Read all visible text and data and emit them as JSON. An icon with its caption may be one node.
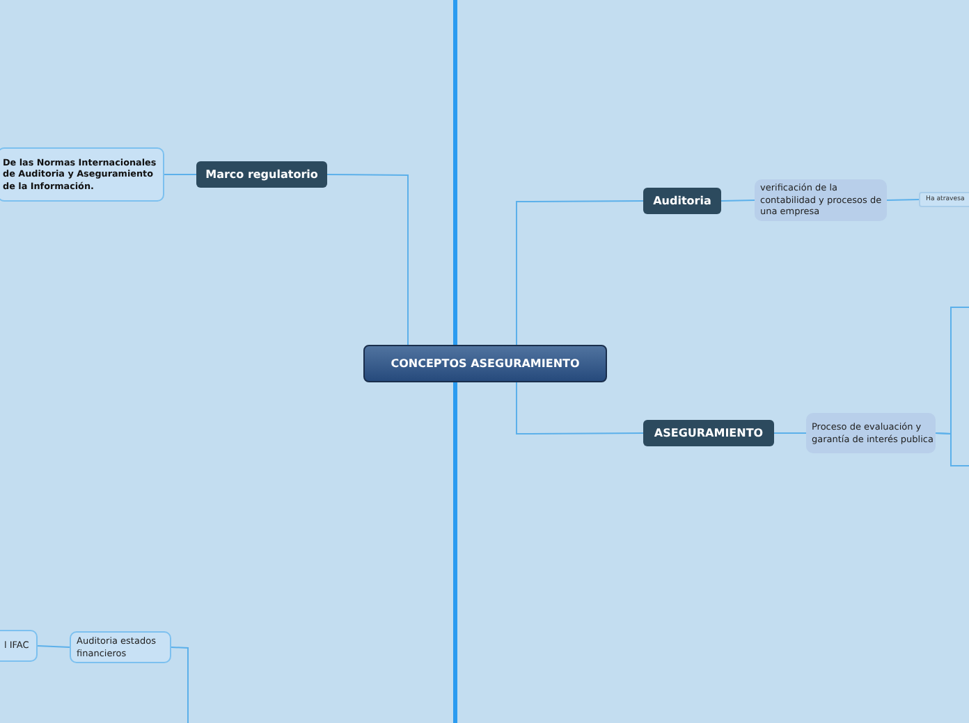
{
  "diagram": {
    "nodes": [
      {
        "text": [
          "CONCEPTOS ASEGURAMIENTO"
        ]
      },
      {
        "text": [
          "Marco regulatorio"
        ]
      },
      {
        "text": [
          "De las Normas Internacionales de Auditoria y Aseguramiento de la Información."
        ]
      },
      {
        "text": [
          "Auditoria"
        ]
      },
      {
        "text": [
          "verificación de la contabilidad y procesos de una empresa"
        ]
      },
      {
        "text": [
          "Ha atravesa"
        ]
      },
      {
        "text": [
          "ASEGURAMIENTO"
        ]
      },
      {
        "text": [
          "Proceso de evaluación y garantía de interés publica"
        ]
      },
      {
        "text": [
          "l IFAC"
        ]
      },
      {
        "text": [
          "Auditoria estados financieros"
        ]
      }
    ],
    "edges": [
      {
        "from": 0,
        "to": 1,
        "arrow": "none"
      },
      {
        "from": 1,
        "to": 2,
        "arrow": "none"
      },
      {
        "from": 0,
        "to": 3,
        "arrow": "none"
      },
      {
        "from": 3,
        "to": 4,
        "arrow": "none"
      },
      {
        "from": 4,
        "to": 5,
        "arrow": "none"
      },
      {
        "from": 0,
        "to": 6,
        "arrow": "none"
      },
      {
        "from": 6,
        "to": 7,
        "arrow": "none"
      },
      {
        "from": 7,
        "to": null,
        "arrow": "none"
      },
      {
        "from": 7,
        "to": null,
        "arrow": "none"
      },
      {
        "from": 0,
        "to": null,
        "arrow": "none",
        "style": "thick"
      },
      {
        "from": 0,
        "to": null,
        "arrow": "none",
        "style": "thick"
      },
      {
        "from": 9,
        "to": 8,
        "arrow": "none"
      },
      {
        "from": 9,
        "to": null,
        "arrow": "none"
      }
    ]
  }
}
